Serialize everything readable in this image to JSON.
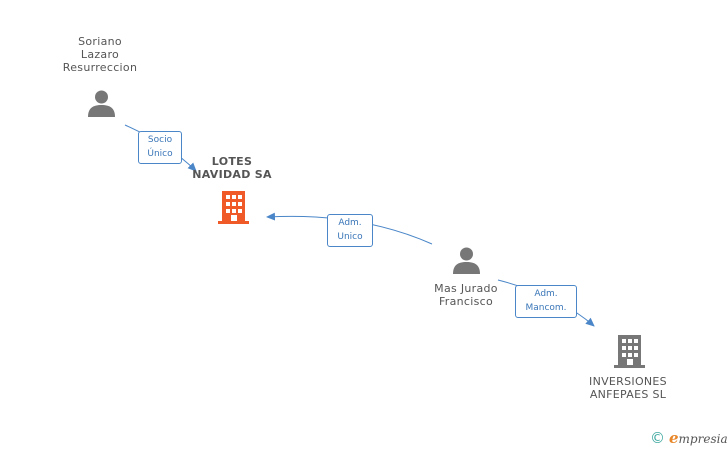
{
  "colors": {
    "person": "#777777",
    "company_main": "#f05a28",
    "company": "#777777",
    "edge": "#4a86c8"
  },
  "nodes": {
    "soriano": {
      "type": "person",
      "lines": [
        "Soriano",
        "Lazaro",
        "Resurreccion"
      ],
      "icon": "person-icon"
    },
    "lotes": {
      "type": "company",
      "lines": [
        "LOTES",
        "NAVIDAD SA"
      ],
      "icon": "building-icon"
    },
    "mas_jurado": {
      "type": "person",
      "lines": [
        "Mas Jurado",
        "Francisco"
      ],
      "icon": "person-icon"
    },
    "inversiones": {
      "type": "company",
      "lines": [
        "INVERSIONES",
        "ANFEPAES SL"
      ],
      "icon": "building-icon"
    }
  },
  "edges": {
    "socio_unico": {
      "lines": [
        "Socio",
        "Único"
      ]
    },
    "adm_unico": {
      "lines": [
        "Adm.",
        "Unico"
      ]
    },
    "adm_mancom": {
      "lines": [
        "Adm.",
        "Mancom."
      ]
    }
  },
  "footer": {
    "copyright_symbol": "©",
    "brand_first": "e",
    "brand_rest": "mpresia"
  }
}
